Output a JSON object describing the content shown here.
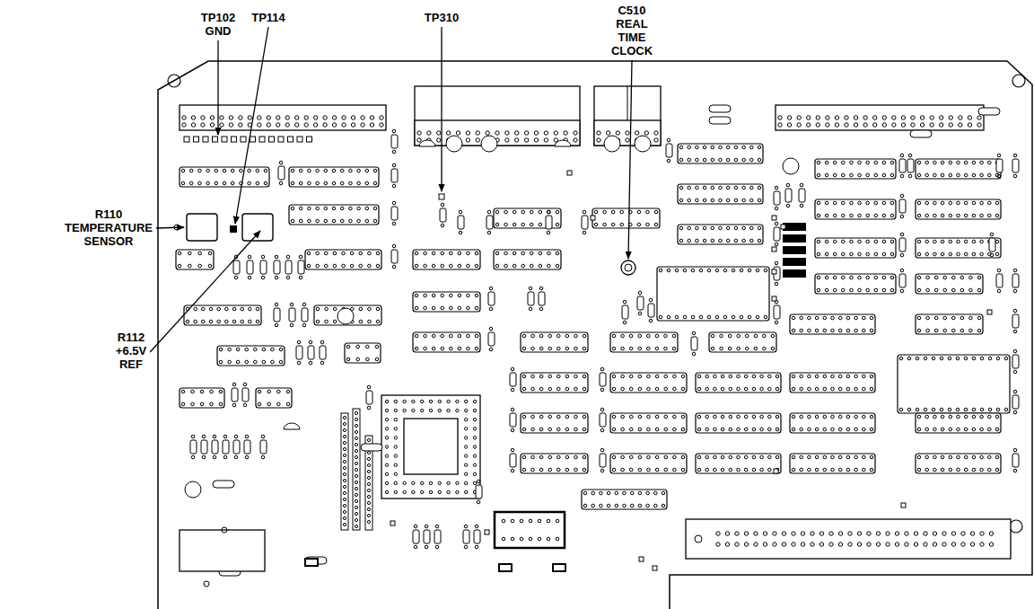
{
  "diagram": {
    "labels": [
      "TP102 GND",
      "TP114",
      "TP310",
      "C510 REAL TIME CLOCK",
      "R110 TEMPERATURE SENSOR",
      "R112 +6.5V REF"
    ]
  }
}
